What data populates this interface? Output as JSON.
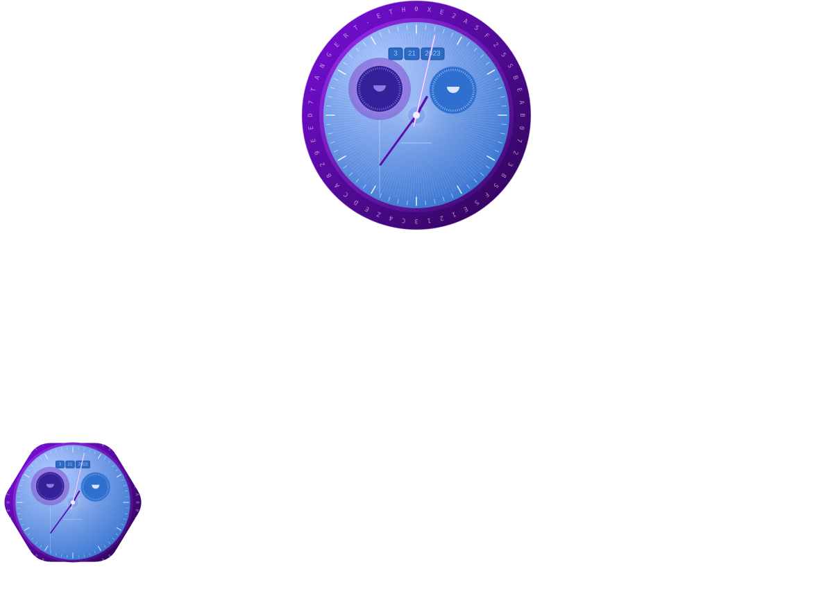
{
  "date": {
    "month": "3",
    "day": "21",
    "year": "2023"
  },
  "hands": {
    "hour_angle_deg": 30,
    "minute_angle_deg": 216,
    "second_angle_deg": 13
  },
  "bezel_text": "0XE2A5F25SBEAB072385F5E1213C4ZEDCA829EED7TANGERT.ETH",
  "colors": {
    "bezel_top": "#7b0fe0",
    "bezel_bottom": "#2a0550",
    "dial_light": "#aec6ff",
    "dial_dark": "#2f6ecc",
    "subdial_left": "#33219a",
    "subdial_right": "#2f6fd0",
    "hand_purple": "#5a10b0",
    "second_hand": "#f2e8ff"
  },
  "watches": [
    {
      "name": "round-watch",
      "shape": "circle"
    },
    {
      "name": "hexagonal-watch",
      "shape": "hexagon"
    }
  ]
}
